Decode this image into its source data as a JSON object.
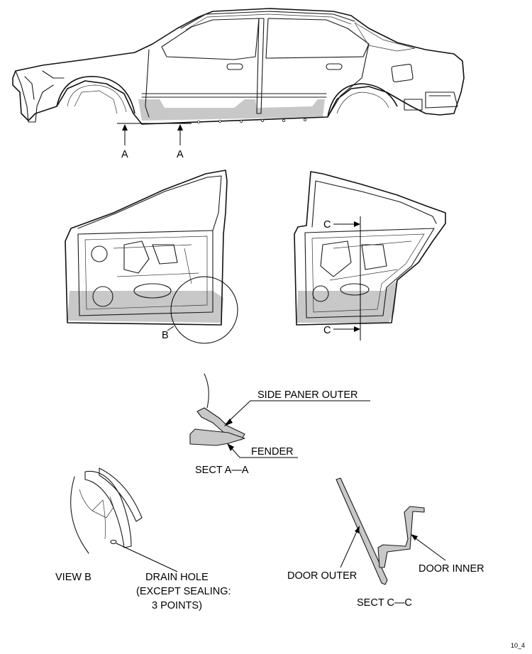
{
  "labels": {
    "section_a_left": "A",
    "section_a_right": "A",
    "view_b_marker": "B",
    "section_c_top": "C",
    "section_c_bottom": "C",
    "side_panel_outer": "SIDE PANER OUTER",
    "fender": "FENDER",
    "sect_a_a": "SECT A—A",
    "view_b": "VIEW B",
    "drain_hole_line1": "DRAIN HOLE",
    "drain_hole_line2": "(EXCEPT SEALING:",
    "drain_hole_line3": "3 POINTS)",
    "door_outer": "DOOR OUTER",
    "door_inner": "DOOR INNER",
    "sect_c_c": "SECT C—C",
    "figure_code": "10_4"
  }
}
